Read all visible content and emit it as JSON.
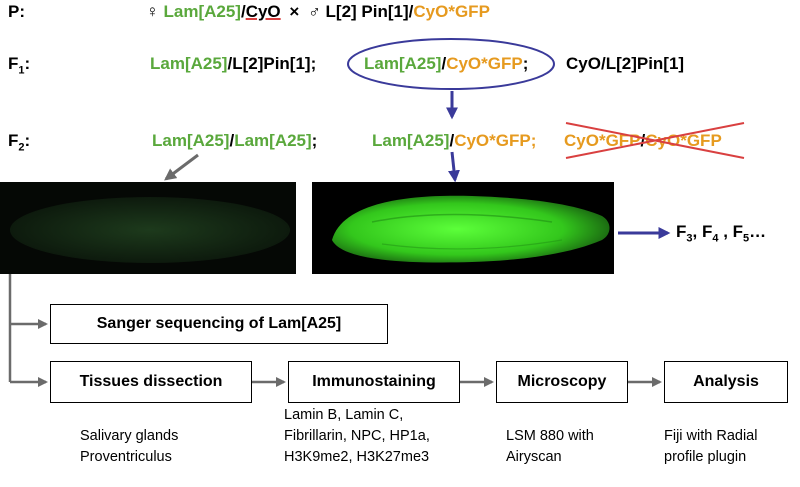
{
  "generations": {
    "p": "P:",
    "f1": "F",
    "f1_sub": "1",
    "f2": "F",
    "f2_sub": "2"
  },
  "symbols": {
    "female": "♀",
    "cross": "×",
    "male": "♂"
  },
  "genotypes": {
    "lam": "Lam[A25]",
    "slash": "/",
    "cyo": "CyO",
    "l2pin_spaced": "L[2] Pin[1]",
    "l2pin": "L[2]Pin[1]",
    "cyo_gfp": "CyO*GFP",
    "semicolon": ";"
  },
  "f3_label": {
    "F3": "F",
    "F3_sub": "3",
    "sep1": ", F",
    "F4_sub": "4",
    "sep2": " , F",
    "F5_sub": "5",
    "ellipsis": "…"
  },
  "boxes": {
    "sanger": "Sanger sequencing of Lam[A25]",
    "tissues": "Tissues dissection",
    "immuno": "Immunostaining",
    "microscopy": "Microscopy",
    "analysis": "Analysis"
  },
  "descriptions": {
    "tissues": [
      "Salivary glands",
      "Proventriculus"
    ],
    "immuno": [
      "Lamin B, Lamin C,",
      "Fibrillarin, NPC, HP1a,",
      "H3K9me2, H3K27me3"
    ],
    "microscopy": [
      "LSM 880 with",
      "Airyscan"
    ],
    "analysis": [
      "Fiji with Radial",
      "profile plugin"
    ]
  },
  "colors": {
    "lam_green": "#5aa83c",
    "gfp_orange": "#e69a1f",
    "arrow_blue": "#3a3a9a",
    "arrow_gray": "#6b6b6b",
    "cross_red": "#d94040",
    "larva_bright": "#3fdc2a"
  }
}
